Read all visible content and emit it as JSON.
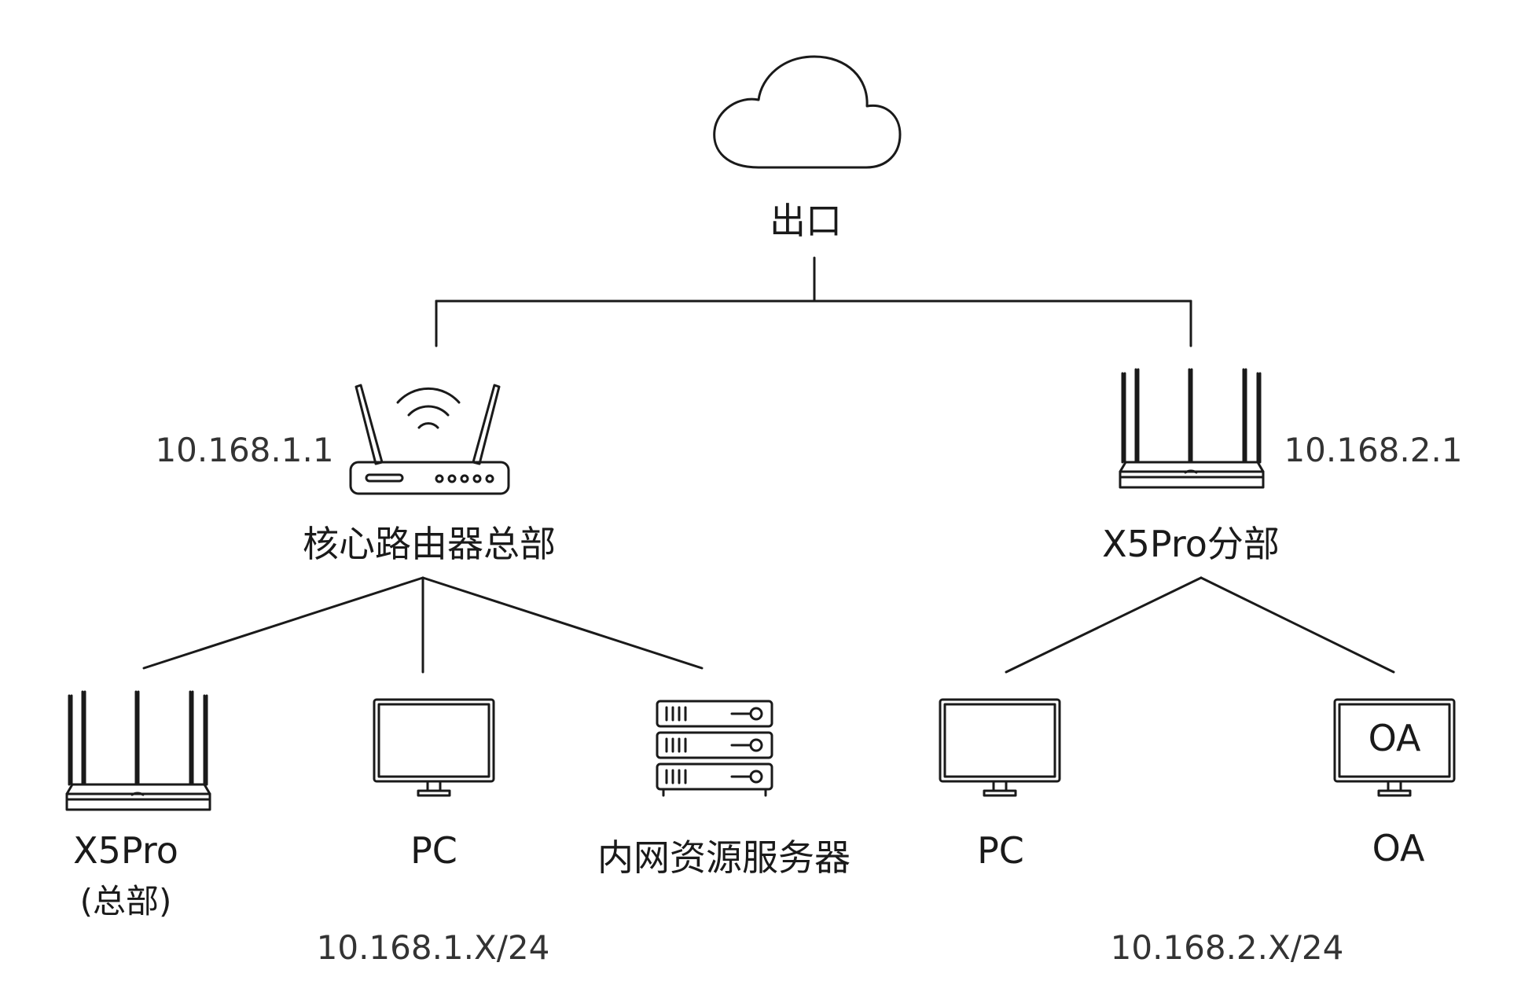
{
  "nodes": {
    "internet": {
      "label": "出口"
    },
    "core_router": {
      "label": "核心路由器总部",
      "ip": "10.168.1.1"
    },
    "branch_router": {
      "label": "X5Pro分部",
      "ip": "10.168.2.1"
    },
    "hq_x5pro": {
      "label": "X5Pro",
      "sublabel": "(总部)"
    },
    "hq_pc": {
      "label": "PC"
    },
    "intranet_server": {
      "label": "内网资源服务器"
    },
    "branch_pc": {
      "label": "PC"
    },
    "branch_oa": {
      "label": "OA",
      "screen_text": "OA"
    }
  },
  "subnets": {
    "hq": "10.168.1.X/24",
    "branch": "10.168.2.X/24"
  },
  "colors": {
    "stroke": "#1a1a1a",
    "text": "#1a1a1a",
    "ip_text": "#333333",
    "background": "#ffffff"
  },
  "icons": {
    "internet": "cloud-icon",
    "core_router": "wifi-router-icon",
    "branch_router": "multi-antenna-router-icon",
    "hq_x5pro": "multi-antenna-router-icon",
    "hq_pc": "monitor-icon",
    "intranet_server": "server-rack-icon",
    "branch_pc": "monitor-icon",
    "branch_oa": "monitor-icon"
  }
}
